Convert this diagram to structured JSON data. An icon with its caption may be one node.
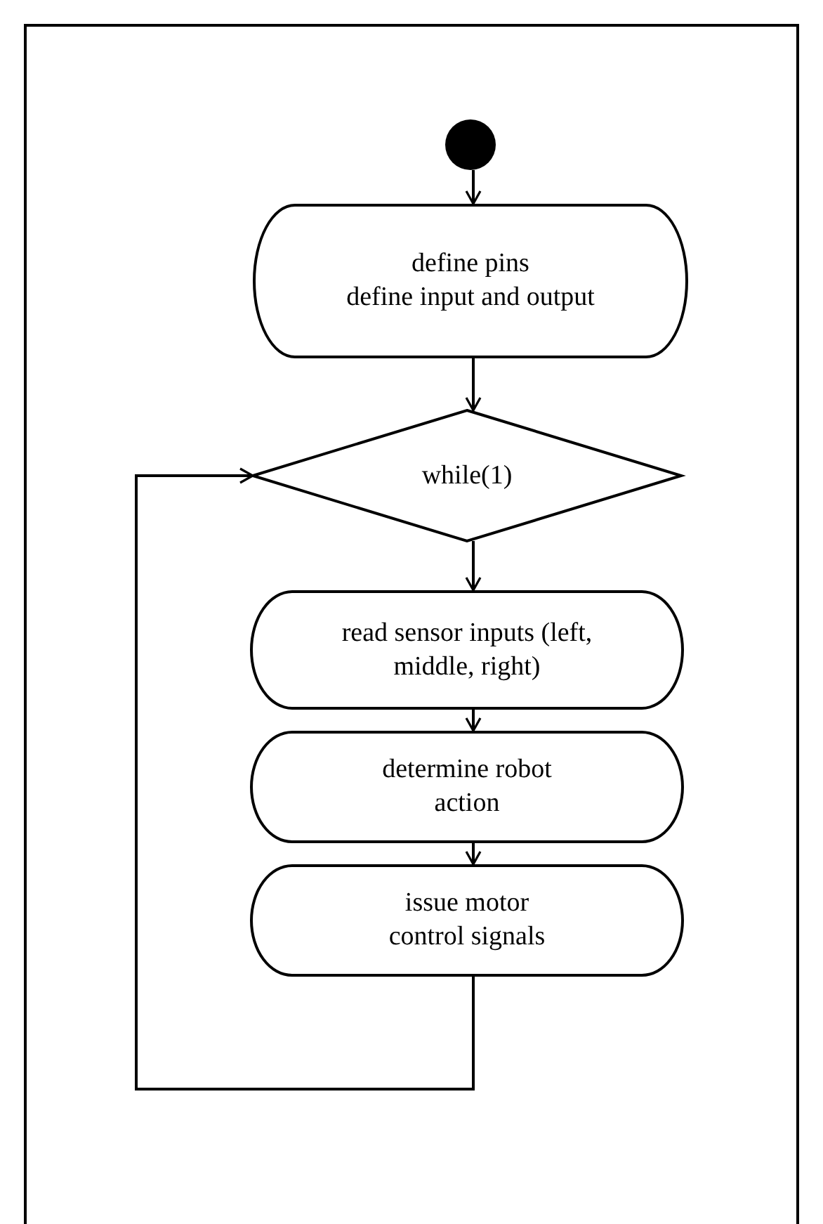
{
  "diagram": {
    "nodes": [
      {
        "text": [],
        "shape": "circle"
      },
      {
        "text": [
          "define pins",
          "define input and output"
        ]
      },
      {
        "text": [
          "while(1)"
        ]
      },
      {
        "text": [
          "read sensor inputs (left, middle, right)"
        ]
      },
      {
        "text": [
          "determine robot action"
        ]
      },
      {
        "text": [
          "issue motor control signals"
        ]
      }
    ],
    "edges": [
      {
        "from": 0,
        "to": 1,
        "arrow": "to"
      },
      {
        "from": 1,
        "to": 2,
        "arrow": "to"
      },
      {
        "from": 2,
        "to": 3,
        "arrow": "to"
      },
      {
        "from": 3,
        "to": 4,
        "arrow": "to"
      },
      {
        "from": 4,
        "to": 5,
        "arrow": "to"
      },
      {
        "from": 5,
        "to": 2,
        "arrow": "to"
      }
    ]
  }
}
